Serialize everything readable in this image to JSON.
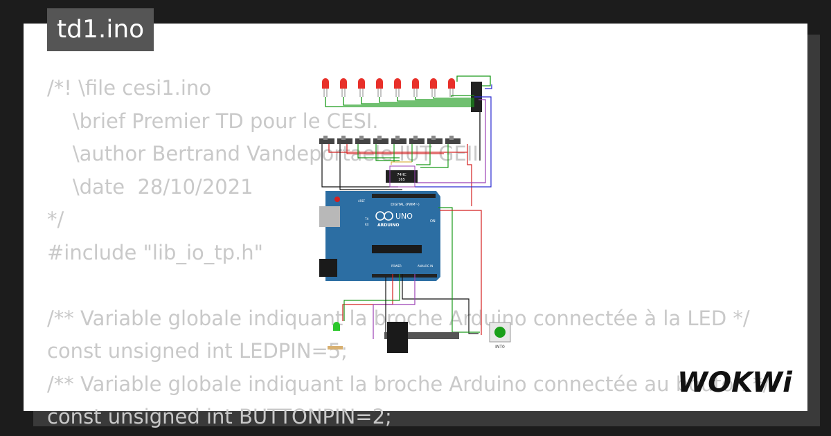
{
  "project": {
    "title": "td1.ino"
  },
  "code_lines": [
    "/*! \\file cesi1.ino",
    "    \\brief Premier TD pour le CESI.",
    "    \\author Bertrand Vandeportaele IUT GEII",
    "    \\date  28/10/2021",
    "*/",
    "#include \"lib_io_tp.h\"",
    "",
    "/** Variable globale indiquant la broche Arduino connectée à la LED */",
    "const unsigned int LEDPIN=5;",
    "/** Variable globale indiquant la broche Arduino connectée au bouton */",
    "const unsigned int BUTTONPIN=2;"
  ],
  "circuit": {
    "board_labels": {
      "brand": "ARDUINO",
      "model": "UNO",
      "digital": "DIGITAL (PWM~)",
      "power": "POWER",
      "analog": "ANALOG IN",
      "on": "ON",
      "tx": "TX",
      "rx": "RX",
      "aref": "AREF"
    },
    "chip_labels": {
      "line1": "74HC",
      "line2": "165"
    },
    "button_label": "INT0"
  },
  "branding": {
    "logo_text": "WOKWi"
  },
  "colors": {
    "background": "#1c1c1c",
    "card": "#ffffff",
    "code_text": "#c9c9c9",
    "title_tab": "#555555",
    "board": "#2c6ea3",
    "wire_green": "#1a9a1a",
    "wire_red": "#d42020",
    "wire_purple": "#9b3fb5",
    "wire_blue": "#2a2ad0",
    "wire_black": "#111111",
    "led_red": "#e8302a"
  }
}
